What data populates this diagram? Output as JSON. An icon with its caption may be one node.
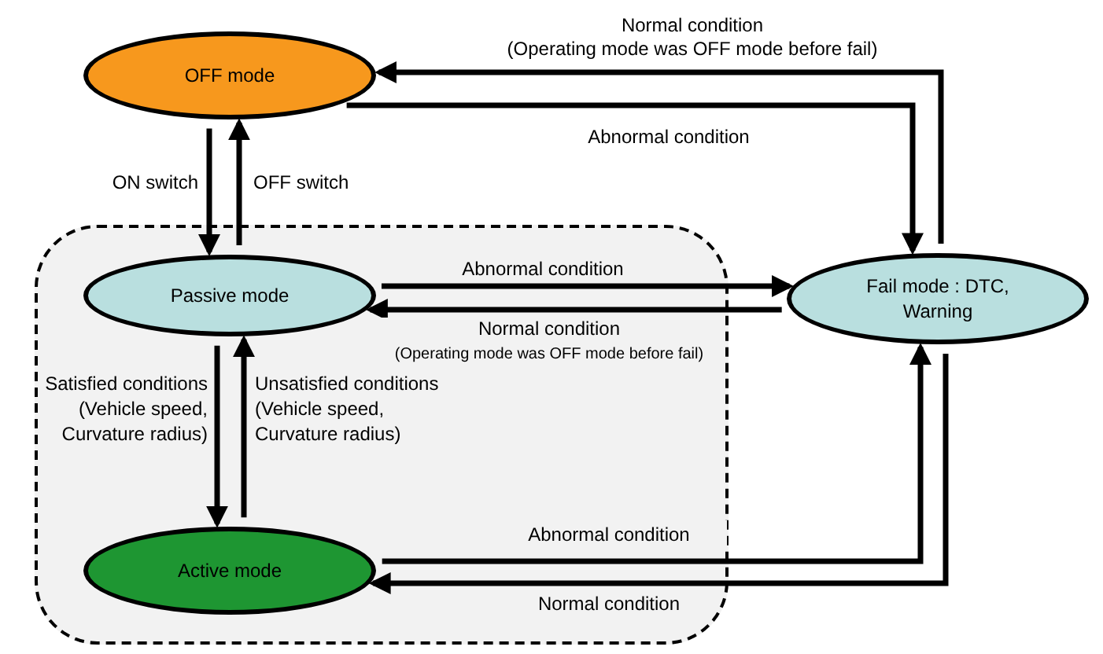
{
  "diagram": {
    "nodes": [
      {
        "text": [
          "OFF mode"
        ]
      },
      {
        "text": [],
        "shape": "box"
      },
      {
        "text": [
          "Passive mode"
        ],
        "in": 1
      },
      {
        "text": [
          "Active mode"
        ],
        "in": 1
      },
      {
        "text": [
          "Fail mode : DTC, Warning"
        ]
      }
    ],
    "edges": [
      {
        "from": 4,
        "to": 0,
        "arrow": "to",
        "label": "Normal condition (Operating mode was OFF mode before fail)"
      },
      {
        "from": 0,
        "to": 4,
        "arrow": "to",
        "label": "Abnormal condition"
      },
      {
        "from": 0,
        "to": 2,
        "arrow": "to",
        "label": "ON switch"
      },
      {
        "from": 2,
        "to": 0,
        "arrow": "to",
        "label": "OFF switch"
      },
      {
        "from": 2,
        "to": 4,
        "arrow": "to",
        "label": "Abnormal condition"
      },
      {
        "from": 4,
        "to": 2,
        "arrow": "to",
        "label": "Normal condition (Operating mode was OFF mode before fail)"
      },
      {
        "from": 2,
        "to": 3,
        "arrow": "to",
        "label": "Satisfied conditions (Vehicle speed, Curvature radius)"
      },
      {
        "from": 3,
        "to": 2,
        "arrow": "to",
        "label": "Unsatisfied conditions (Vehicle speed, Curvature radius)"
      },
      {
        "from": 3,
        "to": 4,
        "arrow": "to",
        "label": "Abnormal condition"
      },
      {
        "from": 4,
        "to": 3,
        "arrow": "to",
        "label": "Normal condition"
      }
    ]
  }
}
